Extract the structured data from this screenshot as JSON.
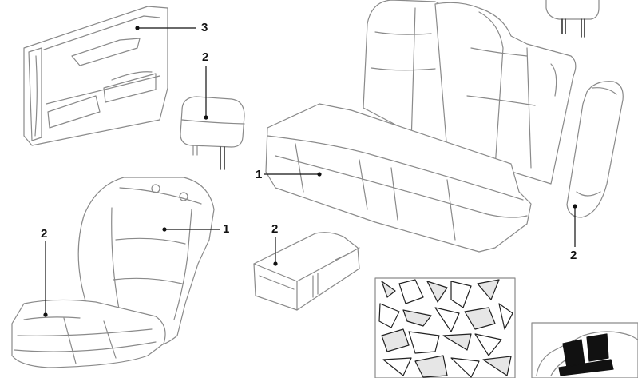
{
  "callouts": {
    "door_trim": "3",
    "headrest_front": "2",
    "rear_seat": "1",
    "front_backrest": "1",
    "front_cushion": "2",
    "armrest": "2",
    "side_bolster": "2"
  },
  "colors": {
    "line": "#8a8a8a",
    "fill": "#ffffff",
    "leader": "#111111",
    "inset_dark": "#111111"
  },
  "icons": [
    "door-trim-panel",
    "front-headrest",
    "rear-bench-seat",
    "rear-headrest",
    "side-bolster-trim",
    "front-seat",
    "center-armrest-box",
    "trim-cut-pieces-swatch",
    "vehicle-overview-inset"
  ]
}
